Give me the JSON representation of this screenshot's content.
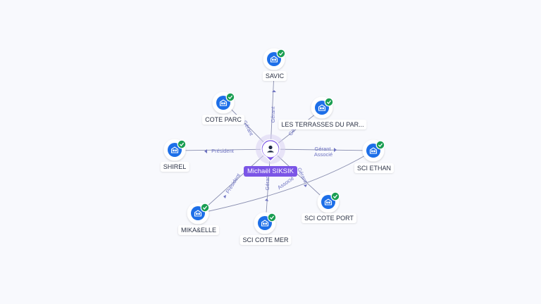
{
  "center": {
    "name": "Michaël SIKSIK",
    "icon": "person-icon",
    "color": "#7b55e6"
  },
  "colors": {
    "company_icon": "#1d6fe8",
    "check_badge": "#1a9e52",
    "edge": "#6e73c2",
    "label_bg": "#ffffff"
  },
  "nodes": [
    {
      "id": "savic",
      "name": "SAVIC",
      "relation": "Gérant"
    },
    {
      "id": "cote-parc",
      "name": "COTE PARC",
      "relation": "Gérant"
    },
    {
      "id": "terrasses",
      "name": "LES TERRASSES DU PAR...",
      "relation": "Gérant"
    },
    {
      "id": "shirel",
      "name": "SHIREL",
      "relation": "Président"
    },
    {
      "id": "sci-ethan",
      "name": "SCI ETHAN",
      "relation": "Gérant",
      "relation2": "Associé"
    },
    {
      "id": "mikaelle",
      "name": "MIKA&ELLE",
      "relation": "Président"
    },
    {
      "id": "sci-cote-mer",
      "name": "SCI COTE MER",
      "relation": "Gérant"
    },
    {
      "id": "sci-cote-port",
      "name": "SCI COTE PORT",
      "relation": "Gérant"
    }
  ],
  "extra_edges": [
    {
      "from": "mikaelle",
      "to": "sci-ethan",
      "relation": "Associé"
    }
  ]
}
